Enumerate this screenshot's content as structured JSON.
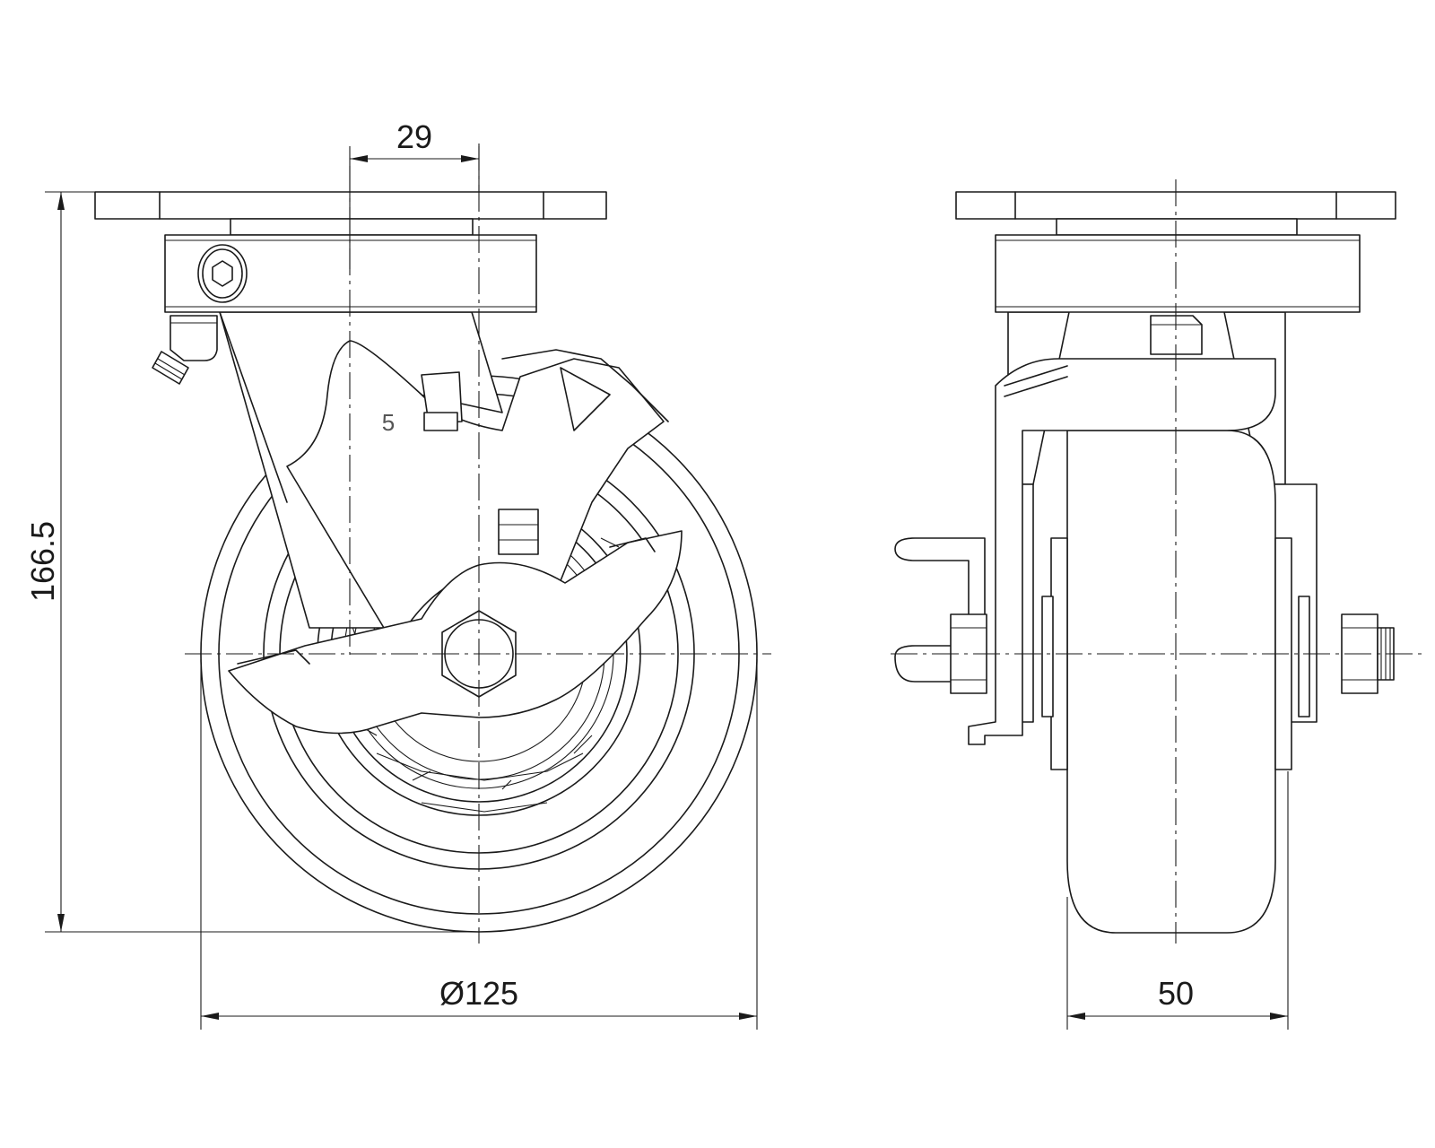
{
  "dimensions": {
    "offset": "29",
    "height": "166.5",
    "wheel_diameter": "Ø125",
    "wheel_width": "50"
  },
  "part_mark": "5",
  "colors": {
    "line": "#1a1a1a",
    "background": "#ffffff",
    "mark": "#555555"
  }
}
